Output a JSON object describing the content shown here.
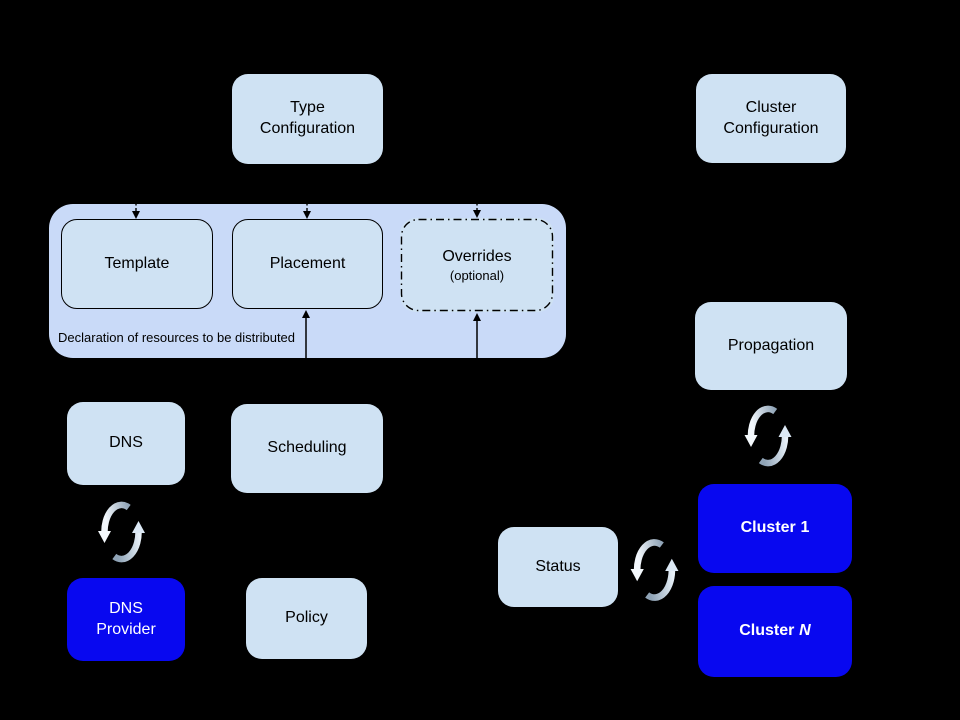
{
  "colors": {
    "background": "#000000",
    "light_box_fill": "#cfe2f3",
    "group_fill": "#c9daf8",
    "blue_box_fill": "#0808f0",
    "box_border": "#000000",
    "dark_text": "#000000",
    "light_text": "#ffffff",
    "sync_arrow_dark": "#8fa3b6",
    "sync_arrow_light": "#f2f7fc"
  },
  "nodes": {
    "type_configuration": {
      "label": "Type Configuration"
    },
    "cluster_configuration": {
      "label": "Cluster Configuration"
    },
    "template": {
      "label": "Template"
    },
    "placement": {
      "label": "Placement"
    },
    "overrides": {
      "label": "Overrides",
      "note": "(optional)"
    },
    "dns": {
      "label": "DNS"
    },
    "scheduling": {
      "label": "Scheduling"
    },
    "dns_provider": {
      "label": "DNS Provider"
    },
    "policy": {
      "label": "Policy"
    },
    "propagation": {
      "label": "Propagation"
    },
    "status": {
      "label": "Status"
    },
    "cluster_1": {
      "prefix": "Cluster",
      "suffix": "1"
    },
    "cluster_n": {
      "prefix": "Cluster",
      "suffix": "N"
    }
  },
  "group": {
    "caption": "Declaration of resources to be distributed"
  },
  "edges": [
    {
      "from": "Type Configuration",
      "to": "Template",
      "style": "dashed-down-arrow"
    },
    {
      "from": "Type Configuration",
      "to": "Placement",
      "style": "dashed-down-arrow"
    },
    {
      "from": "Type Configuration",
      "to": "Overrides",
      "style": "dashed-down-arrow"
    },
    {
      "from": "Scheduling",
      "to": "Placement",
      "style": "solid-up-arrow"
    },
    {
      "from": "Policy",
      "to": "Overrides",
      "style": "solid-up-arrow"
    },
    {
      "between": [
        "DNS",
        "DNS Provider"
      ],
      "style": "sync-cycle"
    },
    {
      "between": [
        "Propagation",
        "Cluster 1"
      ],
      "style": "sync-cycle"
    },
    {
      "between": [
        "Status",
        "Cluster 1"
      ],
      "style": "sync-cycle"
    }
  ],
  "icons": {
    "sync": "sync-icon"
  }
}
